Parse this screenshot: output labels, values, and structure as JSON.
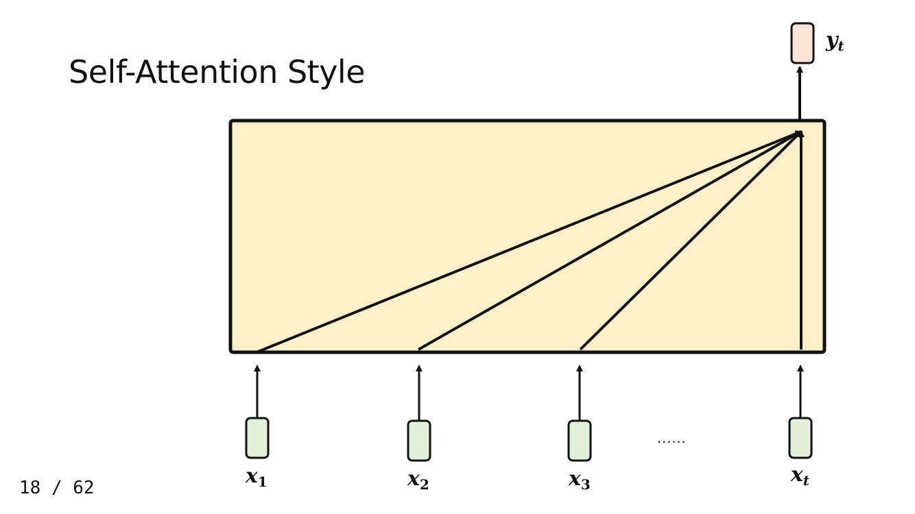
{
  "slide": {
    "title": "Self-Attention Style",
    "page_number": "18 / 62"
  },
  "diagram": {
    "inputs": [
      {
        "var": "x",
        "sub": "1"
      },
      {
        "var": "x",
        "sub": "2"
      },
      {
        "var": "x",
        "sub": "3"
      },
      {
        "var": "x",
        "sub": "t"
      }
    ],
    "ellipsis": "......",
    "output": {
      "var": "y",
      "sub": "t"
    },
    "colors": {
      "box_fill": "#fef0c9",
      "input_fill": "#e2efd9",
      "output_fill": "#fbe3d6",
      "stroke": "#111111"
    }
  }
}
